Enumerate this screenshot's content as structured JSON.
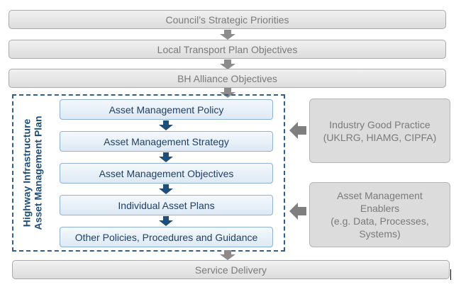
{
  "top_bars": [
    {
      "label": "Council’s Strategic Priorities"
    },
    {
      "label": "Local Transport Plan Objectives"
    },
    {
      "label": "BH Alliance Objectives"
    }
  ],
  "plan_frame": {
    "title_line1": "Highway Infrastructure",
    "title_line2": "Asset Management Plan",
    "frame_color": "#2f5f8a"
  },
  "plan_steps": [
    {
      "label": "Asset Management Policy"
    },
    {
      "label": "Asset Management Strategy"
    },
    {
      "label": "Asset Management Objectives"
    },
    {
      "label": "Individual Asset Plans"
    },
    {
      "label": "Other Policies, Procedures and Guidance"
    }
  ],
  "side_boxes": [
    {
      "lines": [
        "Industry Good Practice",
        "(UKLRG, HIAMG, CIPFA)"
      ]
    },
    {
      "lines": [
        "Asset Management",
        "Enablers",
        "(e.g. Data, Processes,",
        "Systems)"
      ]
    }
  ],
  "bottom_bar": {
    "label": "Service Delivery"
  },
  "colors": {
    "grey_arrow": "#8c8c8c",
    "blue_arrow": "#1f4e79",
    "side_arrow": "#7f7f7f"
  }
}
